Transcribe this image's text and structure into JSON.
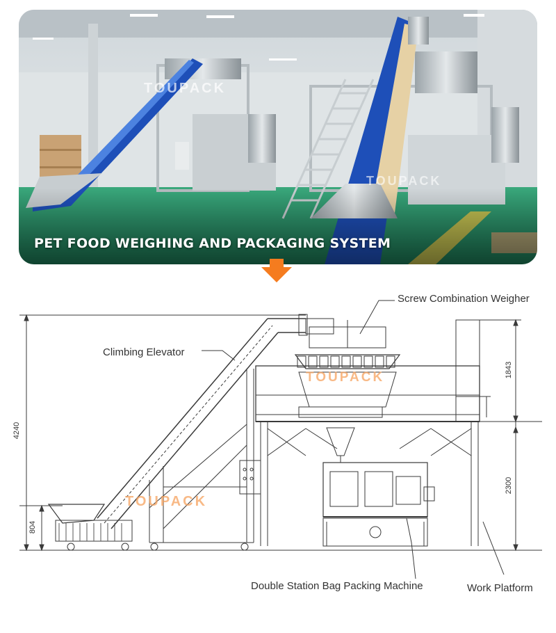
{
  "photo": {
    "caption": "PET FOOD WEIGHING AND PACKAGING SYSTEM",
    "watermark": "TOUPACK"
  },
  "arrow": {
    "color": "#f57c1f",
    "icon": "down-arrow-icon"
  },
  "drawing": {
    "watermark": "TOUPACK",
    "watermark_color": "#f5a25d",
    "labels": {
      "weigher": "Screw Combination Weigher",
      "elevator": "Climbing Elevator",
      "packer": "Double Station Bag Packing Machine",
      "platform": "Work Platform"
    },
    "dimensions": {
      "total_height": "4240",
      "feeder_height": "804",
      "weigher_height": "1843",
      "platform_height": "2300"
    }
  }
}
